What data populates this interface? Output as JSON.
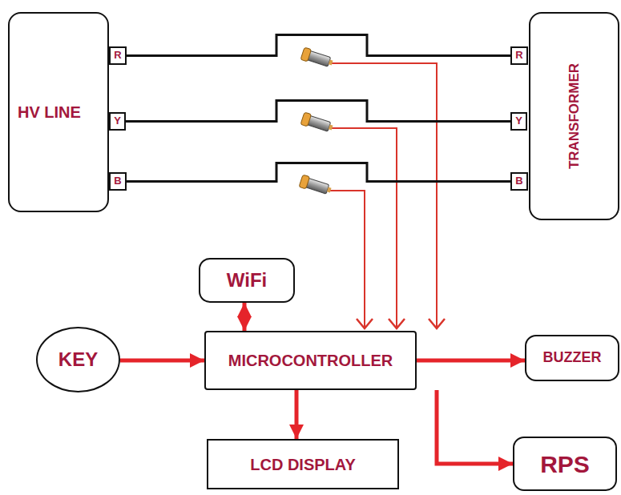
{
  "diagram": {
    "nodes": [
      {
        "text": [
          "HV LINE"
        ]
      },
      {
        "text": [
          "R"
        ],
        "in": 0
      },
      {
        "text": [
          "Y"
        ],
        "in": 0
      },
      {
        "text": [
          "B"
        ],
        "in": 0
      },
      {
        "text": [
          "TRANSFORMER"
        ]
      },
      {
        "text": [
          "R"
        ],
        "in": 4
      },
      {
        "text": [
          "Y"
        ],
        "in": 4
      },
      {
        "text": [
          "B"
        ],
        "in": 4
      },
      {
        "text": [
          "WiFi"
        ]
      },
      {
        "text": [
          "KEY"
        ]
      },
      {
        "text": [
          "MICROCONTROLLER"
        ]
      },
      {
        "text": [
          "BUZZER"
        ]
      },
      {
        "text": [
          "LCD DISPLAY"
        ]
      },
      {
        "text": [
          "RPS"
        ]
      }
    ],
    "edges": [
      {
        "from": 1,
        "to": 5,
        "arrow": "none"
      },
      {
        "from": 2,
        "to": 6,
        "arrow": "none"
      },
      {
        "from": 3,
        "to": 7,
        "arrow": "none"
      },
      {
        "from": 9,
        "to": 10,
        "arrow": "to"
      },
      {
        "from": 8,
        "to": 10,
        "arrow": "both"
      },
      {
        "from": 10,
        "to": 11,
        "arrow": "to"
      },
      {
        "from": 10,
        "to": 12,
        "arrow": "to"
      },
      {
        "from": 10,
        "to": 13,
        "arrow": "to"
      }
    ]
  }
}
